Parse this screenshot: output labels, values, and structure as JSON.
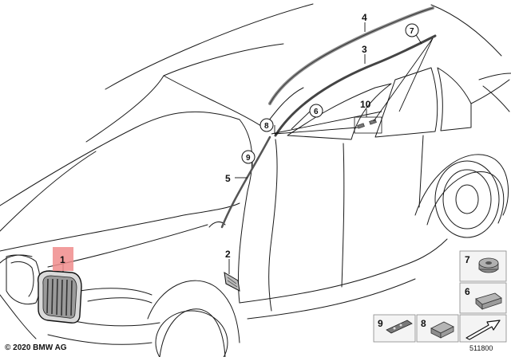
{
  "copyright": "© 2020 BMW AG",
  "diagram_number": "511800",
  "callouts": {
    "c1": "1",
    "c2": "2",
    "c3": "3",
    "c4": "4",
    "c5": "5",
    "c10": "10"
  },
  "circled": {
    "c6": "6",
    "c7": "7",
    "c8": "8",
    "c9": "9"
  },
  "legend": {
    "l7": "7",
    "l6": "6",
    "l9": "9",
    "l8": "8"
  },
  "colors": {
    "highlight": "#f08c8c",
    "line": "#1a1a1a",
    "part": "#8c8c8c",
    "legend_bg": "#f4f4f4"
  }
}
